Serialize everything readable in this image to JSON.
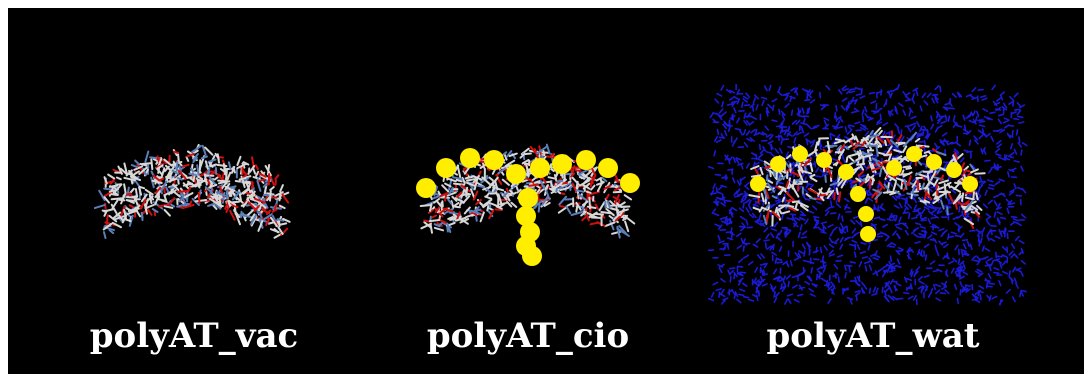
{
  "captions": {
    "vac": "polyAT_vac",
    "cio": "polyAT_cio",
    "wat": "polyAT_wat"
  },
  "colors": {
    "background": "#000000",
    "border": "#ffffff",
    "caption_text": "#ffffff",
    "carbon": "#d8d8d8",
    "nitrogen": "#5a7fb8",
    "oxygen": "#d01010",
    "counterion": "#ffee00",
    "water": "#1a1ad8"
  },
  "icons": {
    "vac": "dna-molecule-icon",
    "cio": "dna-with-counterions-icon",
    "wat": "dna-in-water-box-icon"
  }
}
